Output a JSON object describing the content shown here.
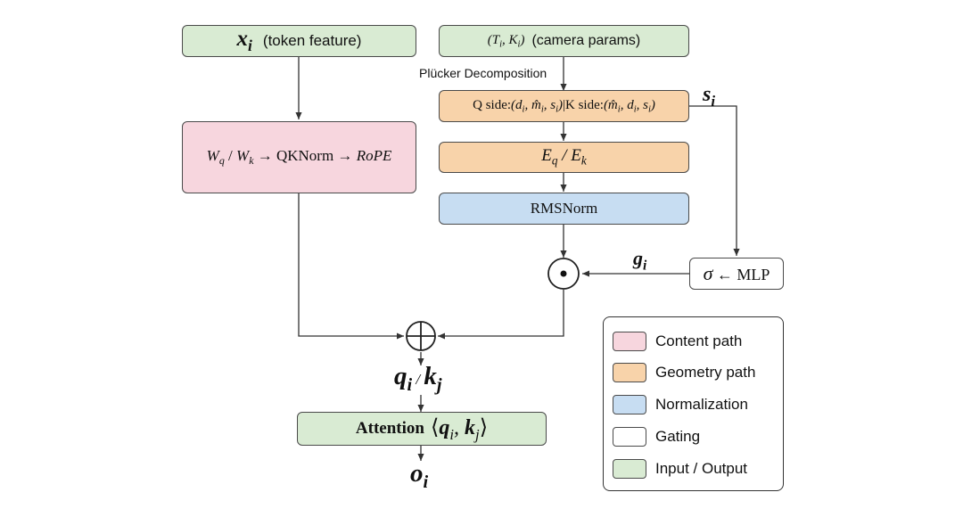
{
  "nodes": {
    "token_feature": {
      "symbol": "x",
      "sub": "i",
      "text": "(token feature)"
    },
    "camera_params": {
      "symbol": "(T",
      "sub1": "i",
      "mid": ", K",
      "sub2": "i",
      "close": ")",
      "text": "(camera params)"
    },
    "plucker_label": "Plücker Decomposition",
    "qk_side": {
      "q_prefix": "Q side:",
      "q_tuple": "(d",
      "q_sub1": "i",
      "q_sep1": ", m̂",
      "q_sub2": "i",
      "q_sep2": ", s",
      "q_sub3": "i",
      "q_close": ")",
      "divider": "|",
      "k_prefix": "K side:",
      "k_tuple": "(m̂",
      "k_sub1": "i",
      "k_sep1": ", d",
      "k_sub2": "i",
      "k_sep2": ", s",
      "k_sub3": "i",
      "k_close": ")"
    },
    "eq_ek": {
      "e1": "E",
      "s1": "q",
      "slash": " / ",
      "e2": "E",
      "s2": "k"
    },
    "rmsnorm": "RMSNorm",
    "content_proj": {
      "w1": "W",
      "w1sub": "q",
      "slash": " / ",
      "w2": "W",
      "w2sub": "k",
      "arrow1": " → QKNorm → ",
      "rope": "RoPE"
    },
    "si_label": {
      "symbol": "s",
      "sub": "i"
    },
    "gi_label": {
      "symbol": "g",
      "sub": "i"
    },
    "gating_box": {
      "sigma": "σ",
      "text": " ← MLP"
    },
    "hadamard": "⊙",
    "plus": "⊕",
    "qk_label": {
      "q": "q",
      "qsub": "i",
      "slash": " / ",
      "k": "k",
      "ksub": "j"
    },
    "attention": {
      "text": "Attention",
      "lang": "⟨",
      "q": "q",
      "qsub": "i",
      "comma": ", ",
      "k": "k",
      "ksub": "j",
      "rang": "⟩"
    },
    "output": {
      "symbol": "o",
      "sub": "i"
    }
  },
  "legend": [
    {
      "label": "Content path",
      "color": "#f7d6de"
    },
    {
      "label": "Geometry path",
      "color": "#f8d3aa"
    },
    {
      "label": "Normalization",
      "color": "#c7ddf2"
    },
    {
      "label": "Gating",
      "color": "#ffffff"
    },
    {
      "label": "Input / Output",
      "color": "#d9ebd3"
    }
  ],
  "colors": {
    "content": "#f7d6de",
    "geometry": "#f8d3aa",
    "normalization": "#c7ddf2",
    "gating": "#ffffff",
    "io": "#d9ebd3",
    "stroke": "#4a4a4a"
  }
}
